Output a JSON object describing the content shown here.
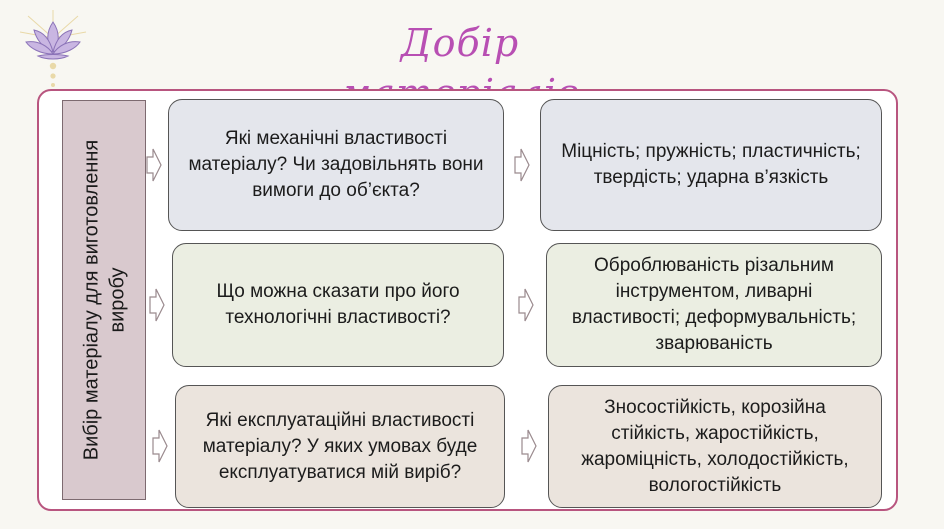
{
  "title": "Добір матеріалів",
  "side_label_line1": "Вибір матеріалу для виготовлення",
  "side_label_line2": "виробу",
  "rows": [
    {
      "question": "Які механічні властивості матеріалу? Чи задовільнять вони вимоги до об’єкта?",
      "answer": "Міцність; пружність; пластичність; твердість; ударна в’язкість"
    },
    {
      "question": "Що можна сказати про його технологічні властивості?",
      "answer": "Оброблюваність різальним інструментом, ливарні властивості; деформувальність; зварюваність"
    },
    {
      "question": "Які експлуатаційні властивості матеріалу? У яких умовах буде експлуатуватися мій виріб?",
      "answer": "Зносостійкість, корозійна стійкість, жаростійкість, жароміцність, холодостійкість, вологостійкість"
    }
  ],
  "colors": {
    "title": "#b84fb3",
    "frame_border": "#b8557f",
    "side_bar": "#d9c9ce",
    "row1_fill": "#e4e6ec",
    "row2_fill": "#ebeee2",
    "row3_fill": "#ebe4dd"
  },
  "icons": {
    "logo": "lotus-icon",
    "arrow": "outline-arrow-right-icon"
  }
}
